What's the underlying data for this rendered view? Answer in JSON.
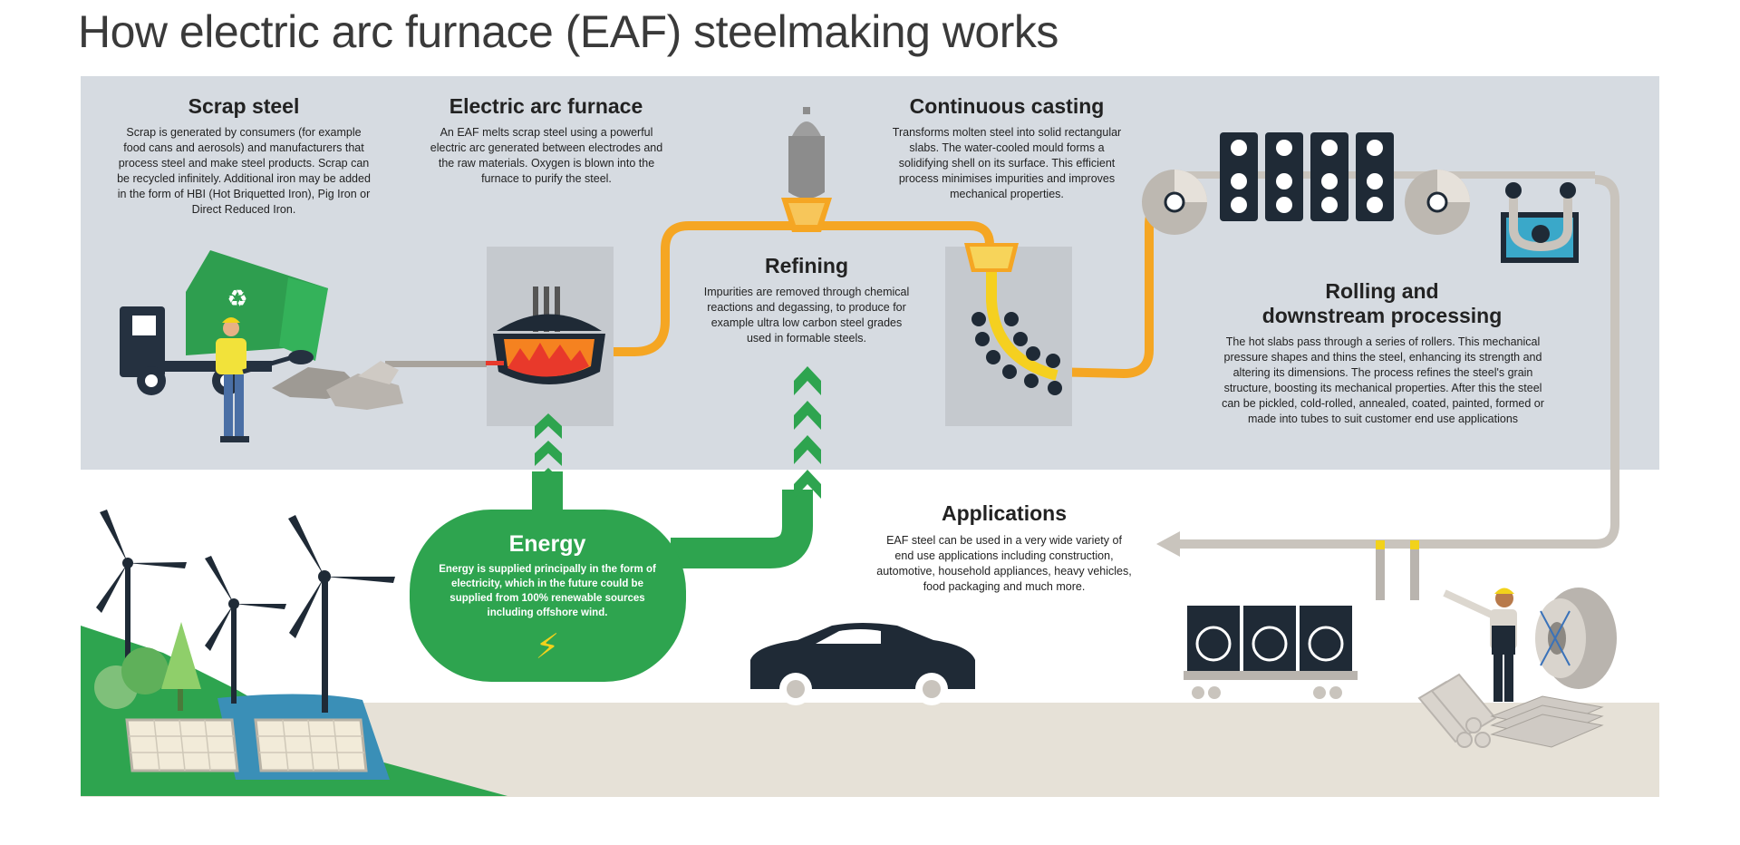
{
  "page": {
    "title": "How electric arc furnace (EAF) steelmaking works"
  },
  "stages": {
    "scrap": {
      "heading": "Scrap steel",
      "text": "Scrap is generated by consumers (for example food cans and aerosols) and manufacturers that process steel and make steel products. Scrap can be recycled infinitely. Additional iron may be added in the form of HBI (Hot Briquetted Iron), Pig Iron or Direct Reduced Iron."
    },
    "furnace": {
      "heading": "Electric arc furnace",
      "text": "An EAF melts scrap steel using a powerful electric arc generated between electrodes and the raw materials. Oxygen is blown into the furnace to purify the steel."
    },
    "casting": {
      "heading": "Continuous casting",
      "text": "Transforms molten steel into solid rectangular slabs. The water-cooled mould forms a solidifying shell on its surface. This efficient process minimises impurities and improves mechanical properties."
    },
    "refining": {
      "heading": "Refining",
      "text": "Impurities are removed through chemical reactions and degassing, to produce for example ultra low carbon steel grades used in formable steels."
    },
    "rolling": {
      "heading_line1": "Rolling and",
      "heading_line2": "downstream processing",
      "text": "The hot slabs pass through a series of rollers. This mechanical pressure shapes and thins the steel, enhancing its strength and altering its dimensions. The process refines the steel's grain structure, boosting its mechanical properties. After this the steel can be pickled, cold-rolled, annealed, coated, painted, formed or made into tubes to suit customer end use applications"
    },
    "energy": {
      "heading": "Energy",
      "text": "Energy is supplied principally in the form of electricity, which in the future could be supplied from 100% renewable sources including offshore wind."
    },
    "applications": {
      "heading": "Applications",
      "text": "EAF steel can be used in a very wide variety of end use applications including construction, automotive, household appliances, heavy vehicles, food packaging and much more."
    }
  },
  "colors": {
    "panel": "#d6dbe1",
    "molten_orange": "#f5a623",
    "energy_green": "#2ea44f",
    "dark_navy": "#1f2a36",
    "pipe_grey": "#c9c4bd"
  }
}
